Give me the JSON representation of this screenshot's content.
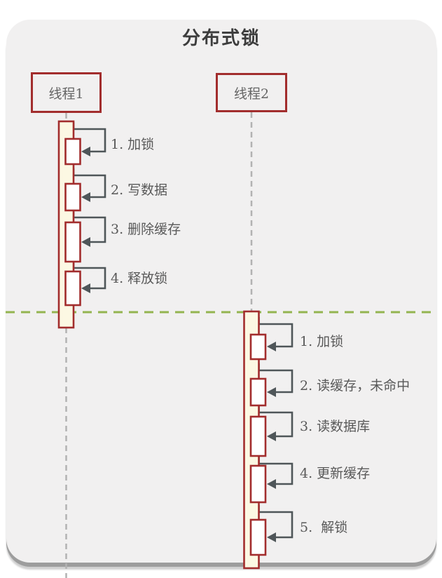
{
  "title": "分布式锁",
  "threads": [
    {
      "name": "线程1",
      "messages": [
        {
          "label": "1. 加锁"
        },
        {
          "label": "2. 写数据"
        },
        {
          "label": "3. 删除缓存"
        },
        {
          "label": "4. 释放锁"
        }
      ]
    },
    {
      "name": "线程2",
      "messages": [
        {
          "label": "1. 加锁"
        },
        {
          "label": "2. 读缓存，未命中"
        },
        {
          "label": "3. 读数据库"
        },
        {
          "label": "4. 更新缓存"
        },
        {
          "label": "5.  解锁"
        }
      ]
    }
  ],
  "colors": {
    "actor_border": "#a22d2d",
    "activation_fill": "#fcf8e3",
    "nested_step_fill": "#ffffff",
    "arrow": "#4f5659",
    "lifeline": "#b2b2b2",
    "separator_line": "#93b450",
    "panel_background": "#f1f0f0",
    "label_text": "#595959",
    "title_text": "#3c3c3c"
  }
}
